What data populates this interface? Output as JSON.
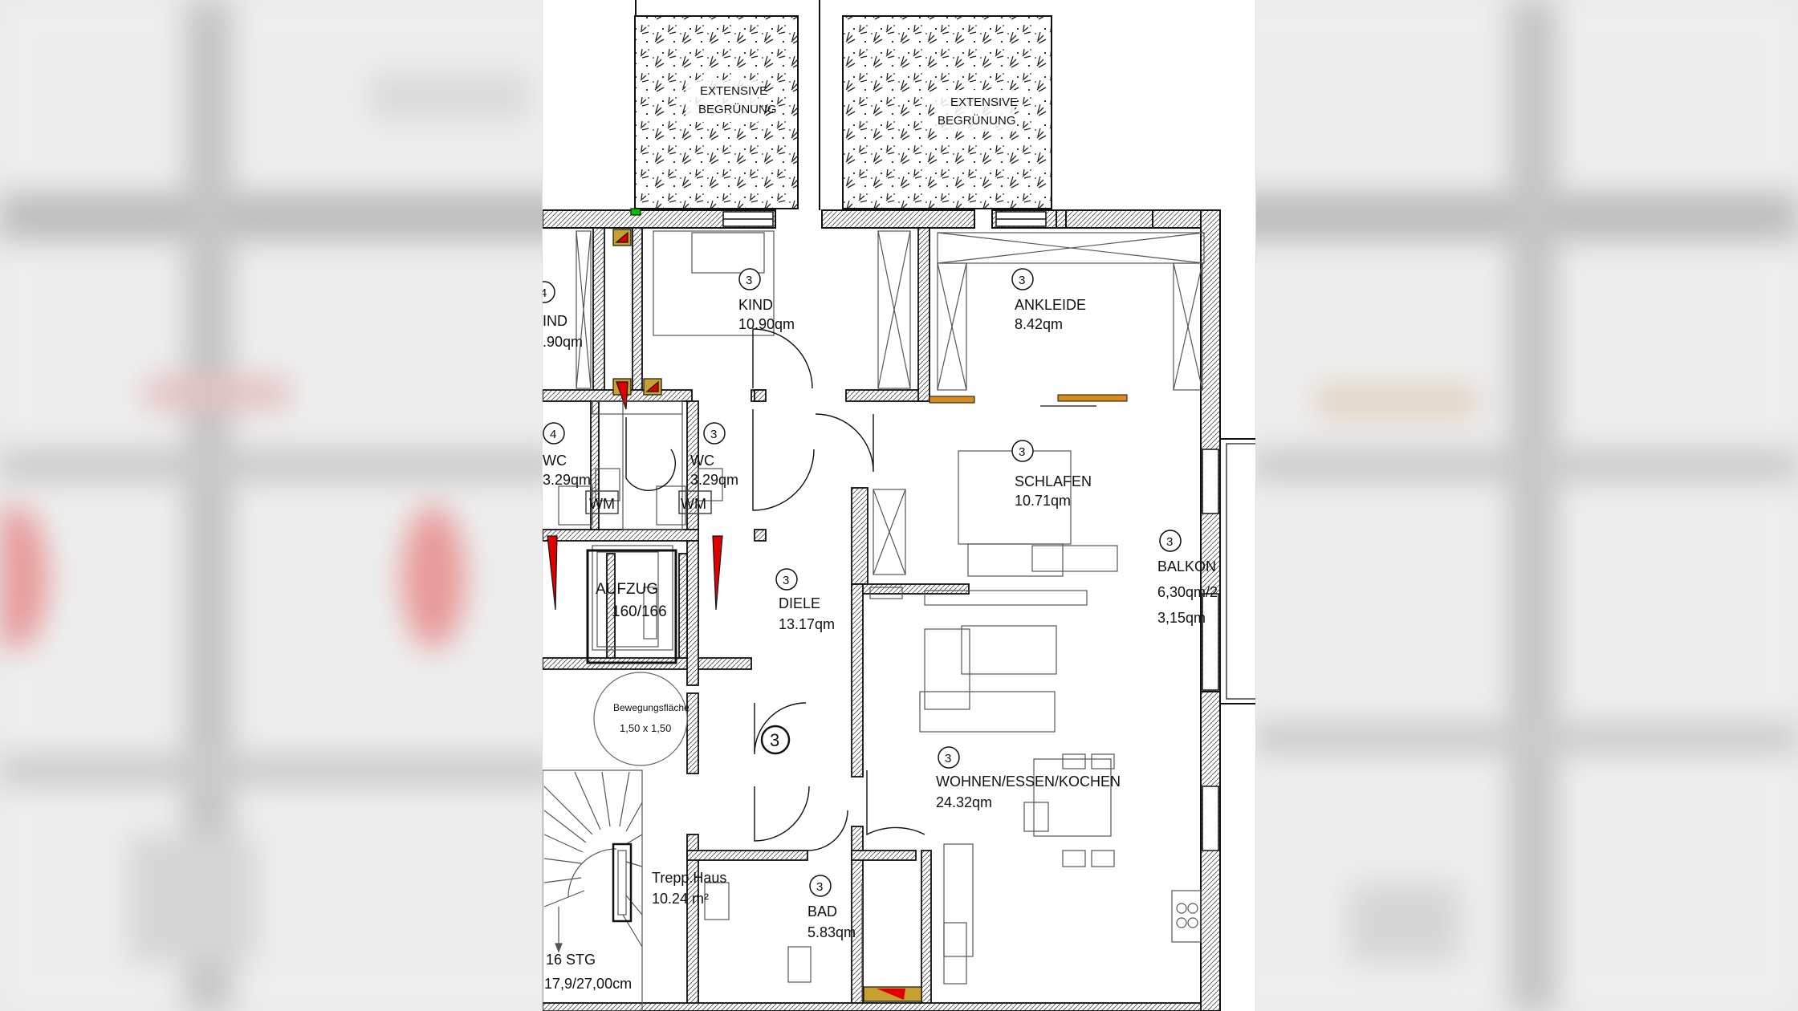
{
  "plan": {
    "greenery_left": [
      "EXTENSIVE",
      "BEGRÜNUNG"
    ],
    "greenery_right": [
      "EXTENSIVE",
      "BEGRÜNUNG"
    ],
    "rooms": {
      "kind_left": {
        "num": "4",
        "name": "IND",
        "area": ".90qm"
      },
      "kind": {
        "num": "3",
        "name": "KIND",
        "area": "10.90qm"
      },
      "ankleide": {
        "num": "3",
        "name": "ANKLEIDE",
        "area": "8.42qm"
      },
      "wc_left": {
        "num": "4",
        "name": "WC",
        "area": "3.29qm",
        "wm": "WM"
      },
      "wc": {
        "num": "3",
        "name": "WC",
        "area": "3.29qm",
        "wm": "WM"
      },
      "schlafen": {
        "num": "3",
        "name": "SCHLAFEN",
        "area": "10.71qm"
      },
      "balkon": {
        "num": "3",
        "name": "BALKON",
        "area1": "6,30qm/2",
        "area2": "3,15qm"
      },
      "aufzug": {
        "name": "AUFZUG",
        "size": "160/166"
      },
      "diele": {
        "num": "3",
        "name": "DIELE",
        "area": "13.17qm"
      },
      "bewegung": {
        "name": "Bewegungsfläche",
        "size": "1,50 x 1,50"
      },
      "entry": {
        "num": "3"
      },
      "wohnen": {
        "num": "3",
        "name": "WOHNEN/ESSEN/KOCHEN",
        "area": "24.32qm"
      },
      "treppe": {
        "name": "Trepp.Haus",
        "area": "10.24 m²"
      },
      "bad": {
        "num": "3",
        "name": "BAD",
        "area": "5.83qm"
      },
      "stairs": {
        "line1": "16 STG",
        "line2": "17,9/27,00cm"
      }
    }
  }
}
